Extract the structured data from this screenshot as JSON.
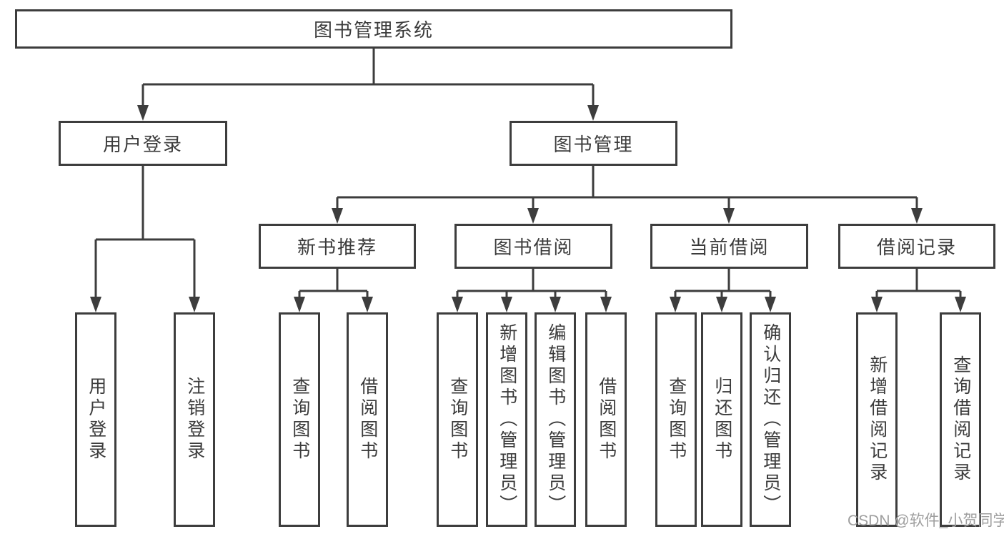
{
  "diagram": {
    "root_label": "图书管理系统",
    "level2": [
      {
        "label": "用户登录"
      },
      {
        "label": "图书管理"
      }
    ],
    "level3": [
      {
        "label": "新书推荐",
        "parent": "图书管理"
      },
      {
        "label": "图书借阅",
        "parent": "图书管理"
      },
      {
        "label": "当前借阅",
        "parent": "图书管理"
      },
      {
        "label": "借阅记录",
        "parent": "图书管理"
      }
    ],
    "leaves": [
      {
        "label": "用户登录",
        "parent": "用户登录"
      },
      {
        "label": "注销登录",
        "parent": "用户登录"
      },
      {
        "label": "查询图书",
        "parent": "新书推荐"
      },
      {
        "label": "借阅图书",
        "parent": "新书推荐"
      },
      {
        "label": "查询图书",
        "parent": "图书借阅"
      },
      {
        "label": "新增图书（管理员）",
        "parent": "图书借阅"
      },
      {
        "label": "编辑图书（管理员）",
        "parent": "图书借阅"
      },
      {
        "label": "借阅图书",
        "parent": "图书借阅"
      },
      {
        "label": "查询图书",
        "parent": "当前借阅"
      },
      {
        "label": "归还图书",
        "parent": "当前借阅"
      },
      {
        "label": "确认归还（管理员）",
        "parent": "当前借阅"
      },
      {
        "label": "新增借阅记录",
        "parent": "借阅记录"
      },
      {
        "label": "查询借阅记录",
        "parent": "借阅记录"
      }
    ]
  },
  "watermark": {
    "text": "CSDN @软件_小贺同学"
  },
  "colors": {
    "line": "#3d3d3d",
    "text": "#3b3b3b",
    "watermark": "#9e9e9e",
    "background": "#ffffff"
  }
}
